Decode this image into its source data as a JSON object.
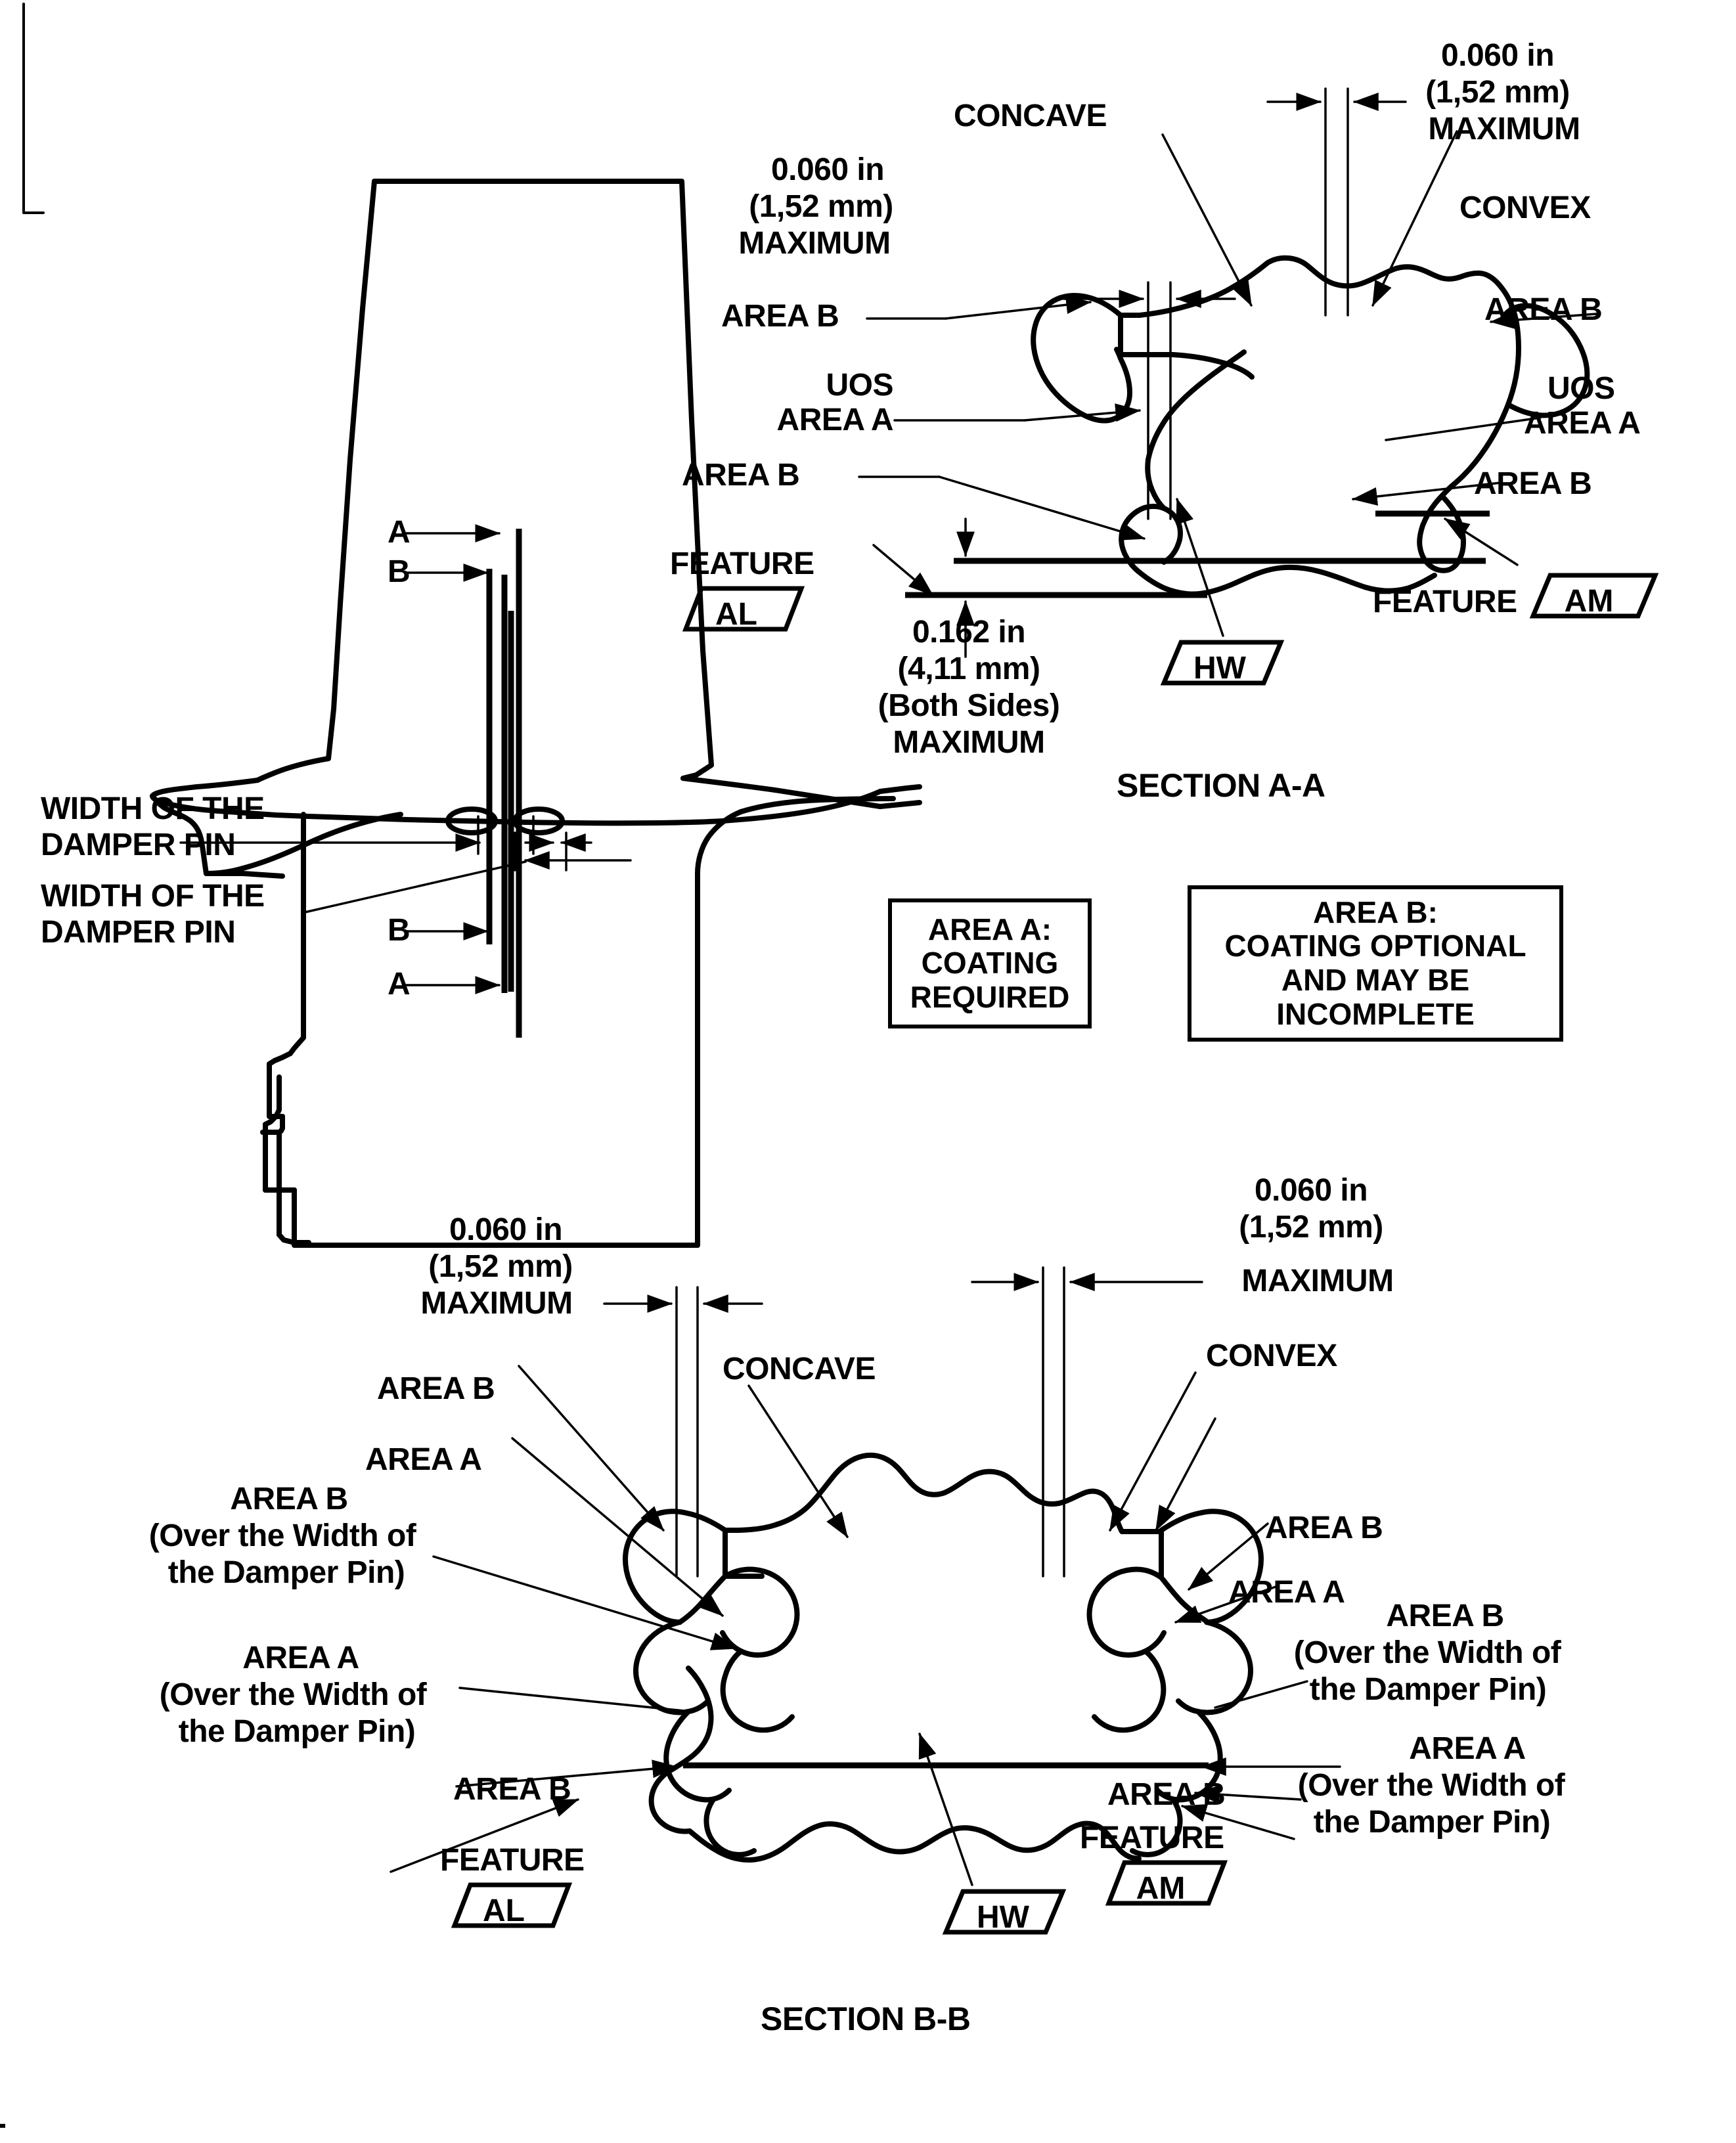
{
  "drawing": {
    "id": "pwzxxe8561"
  },
  "blade_view": {
    "section_marks": [
      {
        "label": "A",
        "position": "upper-top"
      },
      {
        "label": "B",
        "position": "upper-lower"
      },
      {
        "label": "B",
        "position": "lower-upper"
      },
      {
        "label": "A",
        "position": "lower-bottom"
      }
    ],
    "callouts": [
      {
        "line1": "WIDTH OF THE",
        "line2": "DAMPER PIN"
      },
      {
        "line1": "WIDTH OF THE",
        "line2": "DAMPER PIN"
      }
    ]
  },
  "section_aa": {
    "title": "SECTION A-A",
    "dim_left": {
      "line1": "0.060 in",
      "line2": "(1,52 mm)",
      "line3": "MAXIMUM"
    },
    "dim_right": {
      "line1": "0.060 in",
      "line2": "(1,52 mm)",
      "line3": "MAXIMUM"
    },
    "dim_bottom": {
      "line1": "0.162 in",
      "line2": "(4,11 mm)",
      "line3": "(Both Sides)",
      "line4": "MAXIMUM"
    },
    "concave": "CONCAVE",
    "convex": "CONVEX",
    "area_b_left_top": "AREA B",
    "uos_left": "UOS",
    "area_a_left": "AREA A",
    "area_b_left_lower": "AREA B",
    "feature_left_label": "FEATURE",
    "feature_left_flag": "AL",
    "area_b_right_top": "AREA B",
    "uos_right": "UOS",
    "area_a_right": "AREA A",
    "area_b_right_lower": "AREA B",
    "feature_right_label": "FEATURE",
    "feature_right_flag": "AM",
    "hw_flag": "HW"
  },
  "notes": {
    "area_a": {
      "line1": "AREA A:",
      "line2": "COATING",
      "line3": "REQUIRED"
    },
    "area_b": {
      "line1": "AREA B:",
      "line2": "COATING OPTIONAL",
      "line3": "AND MAY BE",
      "line4": "INCOMPLETE"
    }
  },
  "section_bb": {
    "title": "SECTION B-B",
    "dim_left": {
      "line1": "0.060 in",
      "line2": "(1,52 mm)",
      "line3": "MAXIMUM"
    },
    "dim_right": {
      "line1": "0.060 in",
      "line2": "(1,52 mm)",
      "line3": "MAXIMUM"
    },
    "concave": "CONCAVE",
    "convex": "CONVEX",
    "area_b_l1": "AREA B",
    "area_a_l1": "AREA A",
    "area_b_l2": {
      "line1": "AREA B",
      "line2": "(Over the Width of",
      "line3": "the Damper Pin)"
    },
    "area_a_l2": {
      "line1": "AREA A",
      "line2": "(Over the Width of",
      "line3": "the Damper Pin)"
    },
    "area_b_l3": "AREA B",
    "feature_left_label": "FEATURE",
    "feature_left_flag": "AL",
    "area_b_r1": "AREA B",
    "area_a_r1": "AREA A",
    "area_b_r2": {
      "line1": "AREA B",
      "line2": "(Over the Width of",
      "line3": "the Damper Pin)"
    },
    "area_a_r2": {
      "line1": "AREA A",
      "line2": "(Over the Width of",
      "line3": "the Damper Pin)"
    },
    "area_b_r3": "AREA B",
    "feature_right_label": "FEATURE",
    "feature_right_flag": "AM",
    "hw_flag": "HW"
  }
}
